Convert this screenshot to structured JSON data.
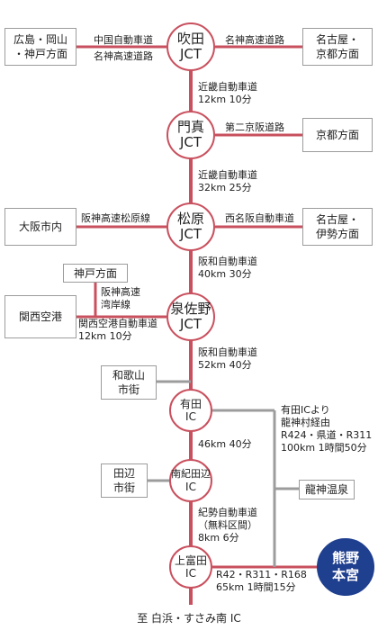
{
  "nodes": {
    "suita": [
      "吹田",
      "JCT"
    ],
    "kadoma": [
      "門真",
      "JCT"
    ],
    "matsubara": [
      "松原",
      "JCT"
    ],
    "izumisano": [
      "泉佐野",
      "JCT"
    ],
    "arida": [
      "有田",
      "IC"
    ],
    "minabe": [
      "南紀田辺",
      "IC"
    ],
    "kamitonda": [
      "上富田",
      "IC"
    ],
    "goal": [
      "熊野",
      "本宮"
    ]
  },
  "boxes": {
    "hiroshima": [
      "広島・岡山",
      "・神戸方面"
    ],
    "nagoya_kyoto": [
      "名古屋・",
      "京都方面"
    ],
    "kyoto": [
      "京都方面"
    ],
    "osaka": [
      "大阪市内"
    ],
    "nagoya_ise": [
      "名古屋・",
      "伊勢方面"
    ],
    "kobe": [
      "神戸方面"
    ],
    "kansai": [
      "関西空港"
    ],
    "wakayama": [
      "和歌山",
      "市街"
    ],
    "tanabe": [
      "田辺",
      "市街"
    ],
    "ryujin": [
      "龍神温泉"
    ]
  },
  "labels": {
    "chugoku": [
      "中国自動車道",
      "名神高速道路"
    ],
    "meishin": [
      "名神高速道路"
    ],
    "kinki1": [
      "近畿自動車道",
      "12km 10分"
    ],
    "daini": [
      "第二京阪道路"
    ],
    "kinki2": [
      "近畿自動車道",
      "32km 25分"
    ],
    "hanshin_matsubara": [
      "阪神高速松原線"
    ],
    "nishimeihan": [
      "西名阪自動車道"
    ],
    "hanwa1": [
      "阪和自動車道",
      "40km 30分"
    ],
    "hanshin_wangan": [
      "阪神高速",
      "湾岸線"
    ],
    "kanku_road": [
      "関西空港自動車道",
      "12km 10分"
    ],
    "hanwa2": [
      "阪和自動車道",
      "52km 40分"
    ],
    "arida_route": [
      "有田ICより",
      "龍神村経由",
      "R424・県道・R311",
      "100km 1時間50分"
    ],
    "seg_46": [
      "46km 40分"
    ],
    "kisei": [
      "紀勢自動車道",
      "（無料区間）",
      "8km 6分"
    ],
    "r42": [
      "R42・R311・R168",
      "65km 1時間15分"
    ]
  },
  "footer": "至 白浜・すさみ南 IC",
  "colors": {
    "route_pink": "#c9505e",
    "side_gray": "#9c9c9c",
    "goal_navy": "#1f3f8f"
  }
}
